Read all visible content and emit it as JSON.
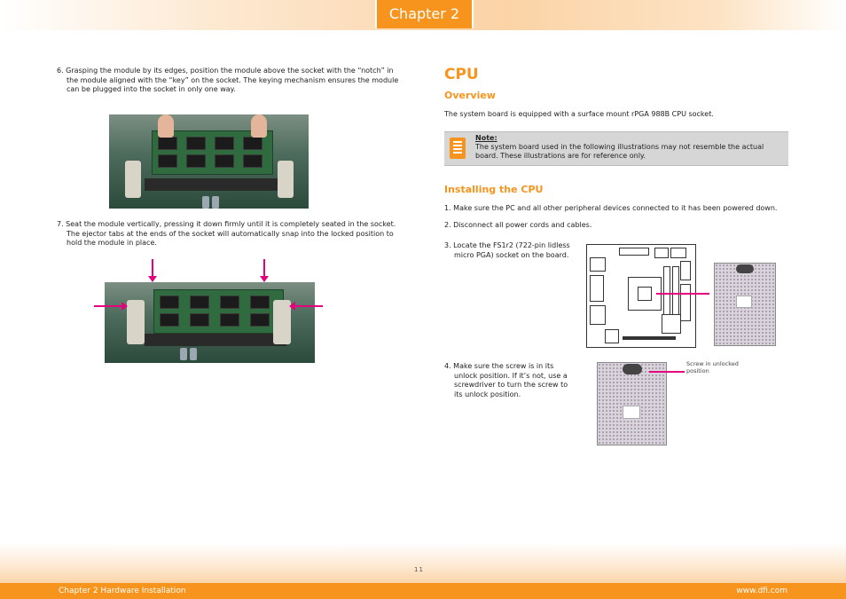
{
  "header": {
    "chapter_tab": "Chapter 2"
  },
  "left": {
    "step6": "6. Grasping the module by its edges, position the module above the socket with the “notch” in the module aligned with the “key” on the socket. The keying mechanism ensures the module can be plugged into the socket in only one way.",
    "step7": "7. Seat the module vertically, pressing it down firmly until it is completely seated in the socket. The ejector tabs at the ends of the socket will automatically snap into the locked position to hold the module in place."
  },
  "right": {
    "title": "CPU",
    "overview_heading": "Overview",
    "overview_text": "The system board is equipped with a surface mount rPGA 988B CPU socket.",
    "note_label": "Note:",
    "note_text": "The system board used in the following illustrations may not resemble the actual board. These illustrations are for reference only.",
    "installing_heading": "Installing the CPU",
    "step1": "1.  Make sure the PC and all other peripheral devices connected to it has been powered down.",
    "step2": "2.  Disconnect all power cords and cables.",
    "step3": "3. Locate the FS1r2 (722-pin lidless micro PGA) socket on the board.",
    "step4": "4. Make sure the screw is in its unlock position. If it’s not, use a screwdriver to turn the screw to its unlock position.",
    "screw_callout": "Screw in unlocked position"
  },
  "footer": {
    "left": "Chapter 2 Hardware Installation",
    "right": "www.dfi.com",
    "page_number": "11"
  },
  "colors": {
    "accent": "#f7941d",
    "callout": "#e5007e"
  }
}
